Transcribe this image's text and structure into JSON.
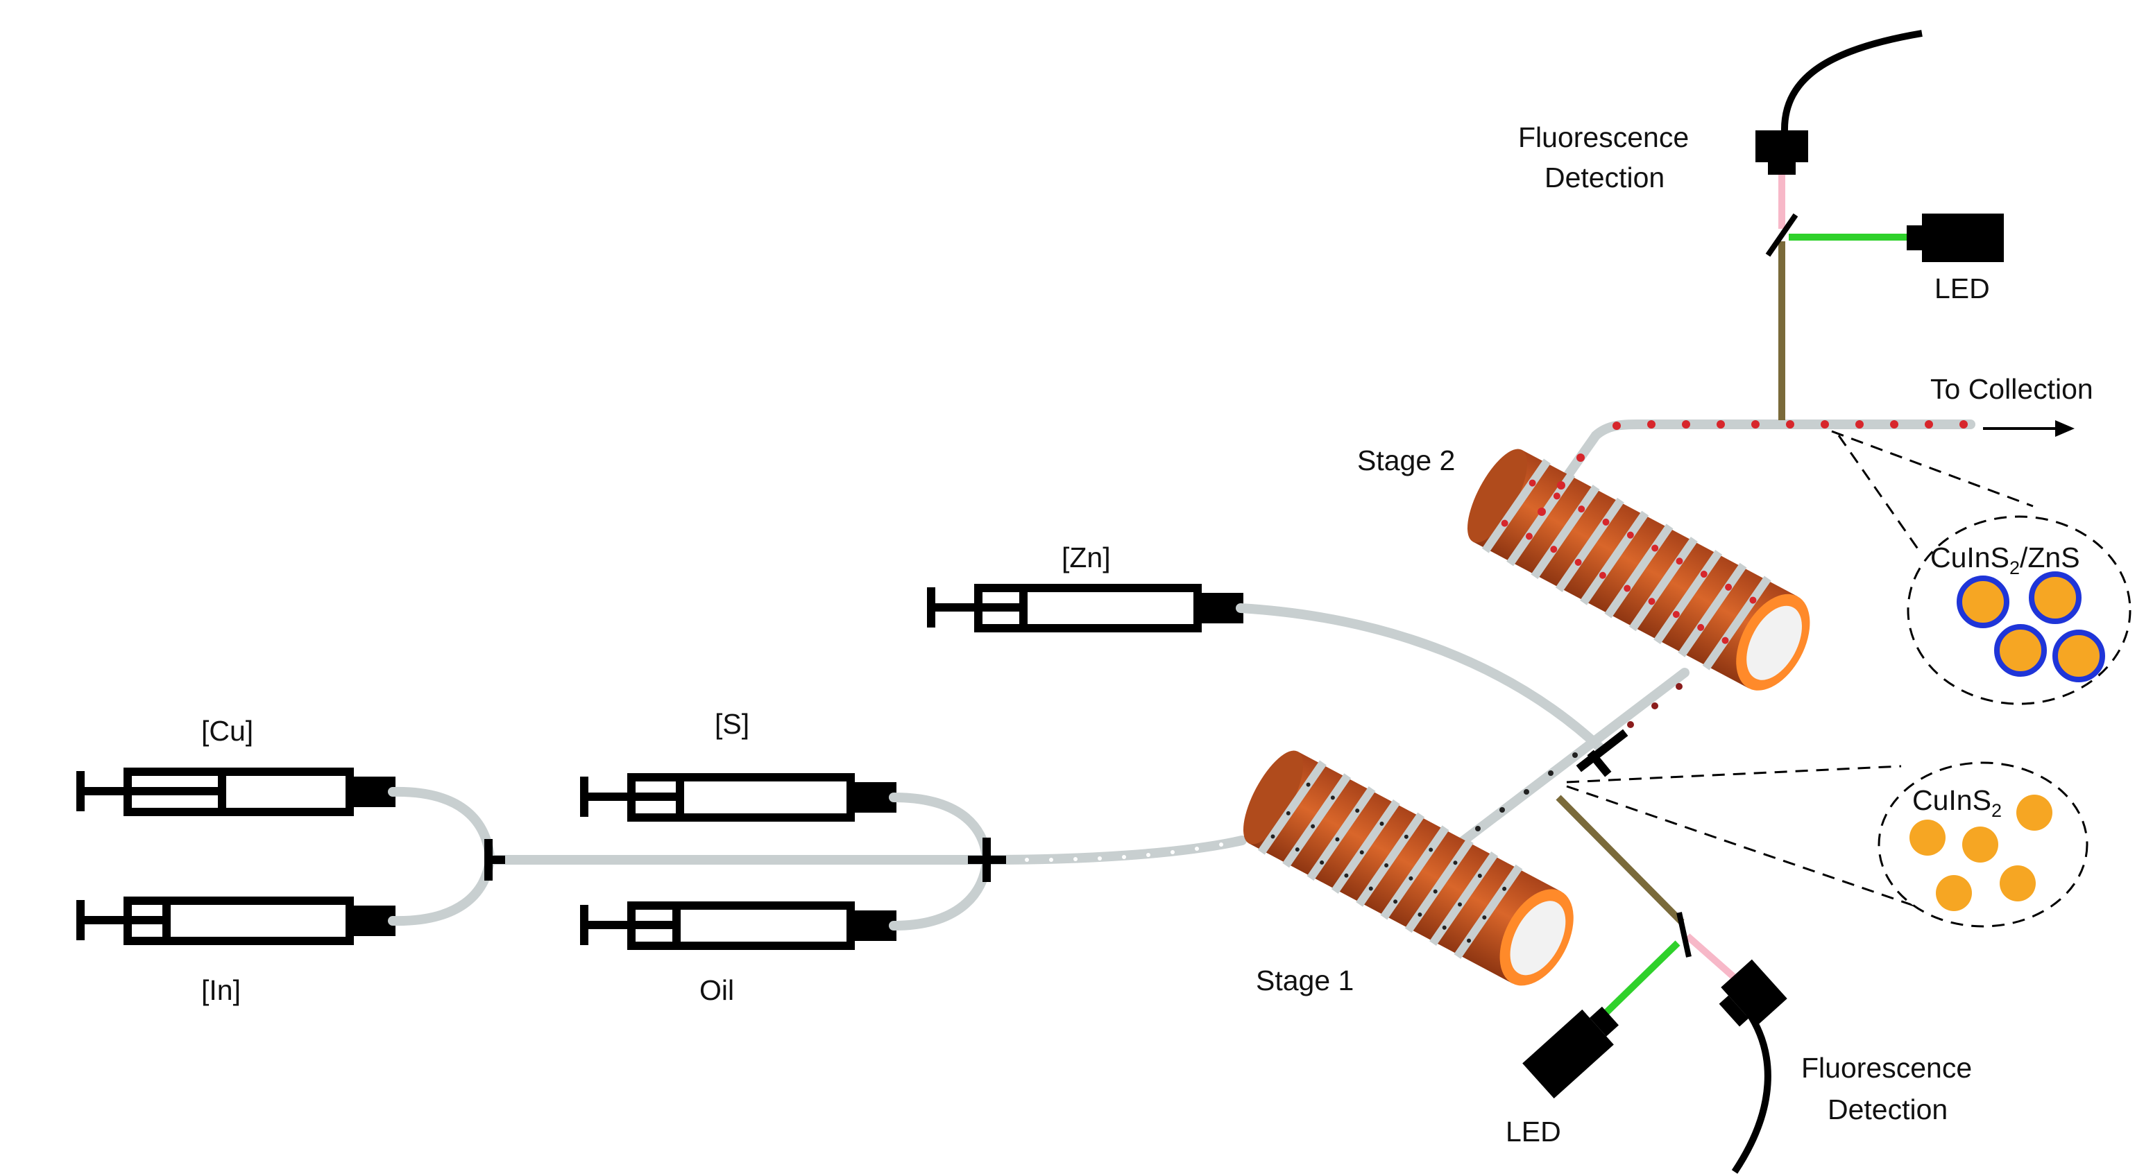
{
  "labels": {
    "cu": "[Cu]",
    "in": "[In]",
    "s": "[S]",
    "oil": "Oil",
    "zn": "[Zn]",
    "stage1": "Stage 1",
    "stage2": "Stage 2",
    "to_collection": "To Collection",
    "fluor_top_line1": "Fluorescence",
    "fluor_top_line2": "Detection",
    "led_top": "LED",
    "fluor_bottom_line1": "Fluorescence",
    "fluor_bottom_line2": "Detection",
    "led_bottom": "LED",
    "core_shell": {
      "a": "CuInS",
      "sub": "2",
      "b": "/ZnS"
    },
    "core": {
      "a": "CuInS",
      "sub": "2"
    }
  },
  "colors": {
    "tubing": "#c8cfd0",
    "heater_body": "#c8561f",
    "heater_rim": "#ff8a2a",
    "droplet_red": "#d7262b",
    "droplet_dark": "#222222",
    "led_beam": "#2fd12b",
    "fluor_beam": "#f7b8c8",
    "probe_line": "#7a6a3a",
    "particle_core": "#f6a623",
    "particle_shell": "#1f35d8"
  }
}
